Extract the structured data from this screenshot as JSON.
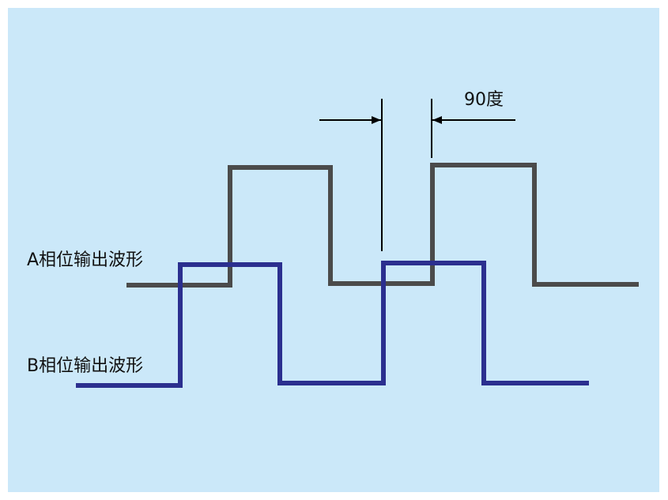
{
  "labels": {
    "phase_a": "A相位输出波形",
    "phase_b": "B相位输出波形",
    "phase_shift": "90度"
  },
  "colors": {
    "background": "#cbe8f9",
    "phase_a_wave": "#4b4b4b",
    "phase_b_wave": "#2b2f8f",
    "dimension": "#000000"
  }
}
